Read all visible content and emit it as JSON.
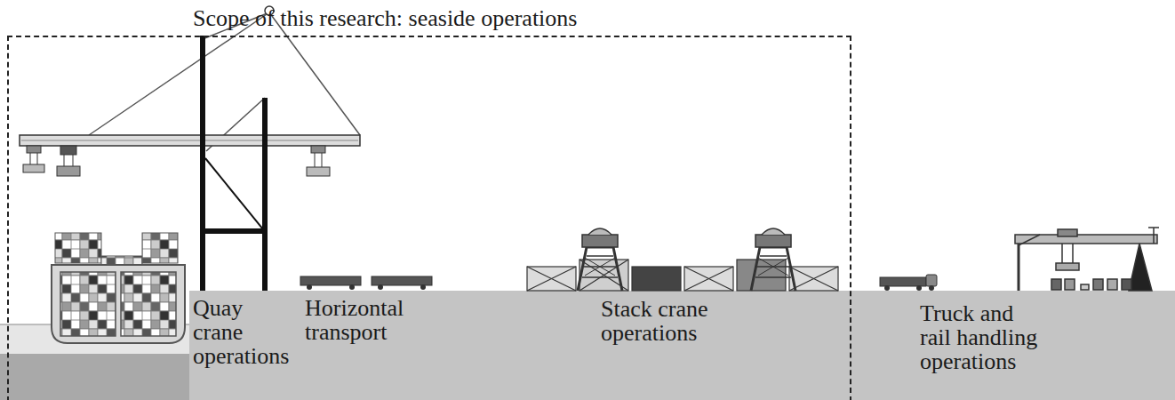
{
  "diagram": {
    "nodes": [
      {
        "text": [
          "Scope of this research: seaside operations"
        ]
      }
    ],
    "labels": [
      "Quay crane operations",
      "Horizontal transport",
      "Stack crane operations",
      "Truck and rail handling operations"
    ]
  }
}
